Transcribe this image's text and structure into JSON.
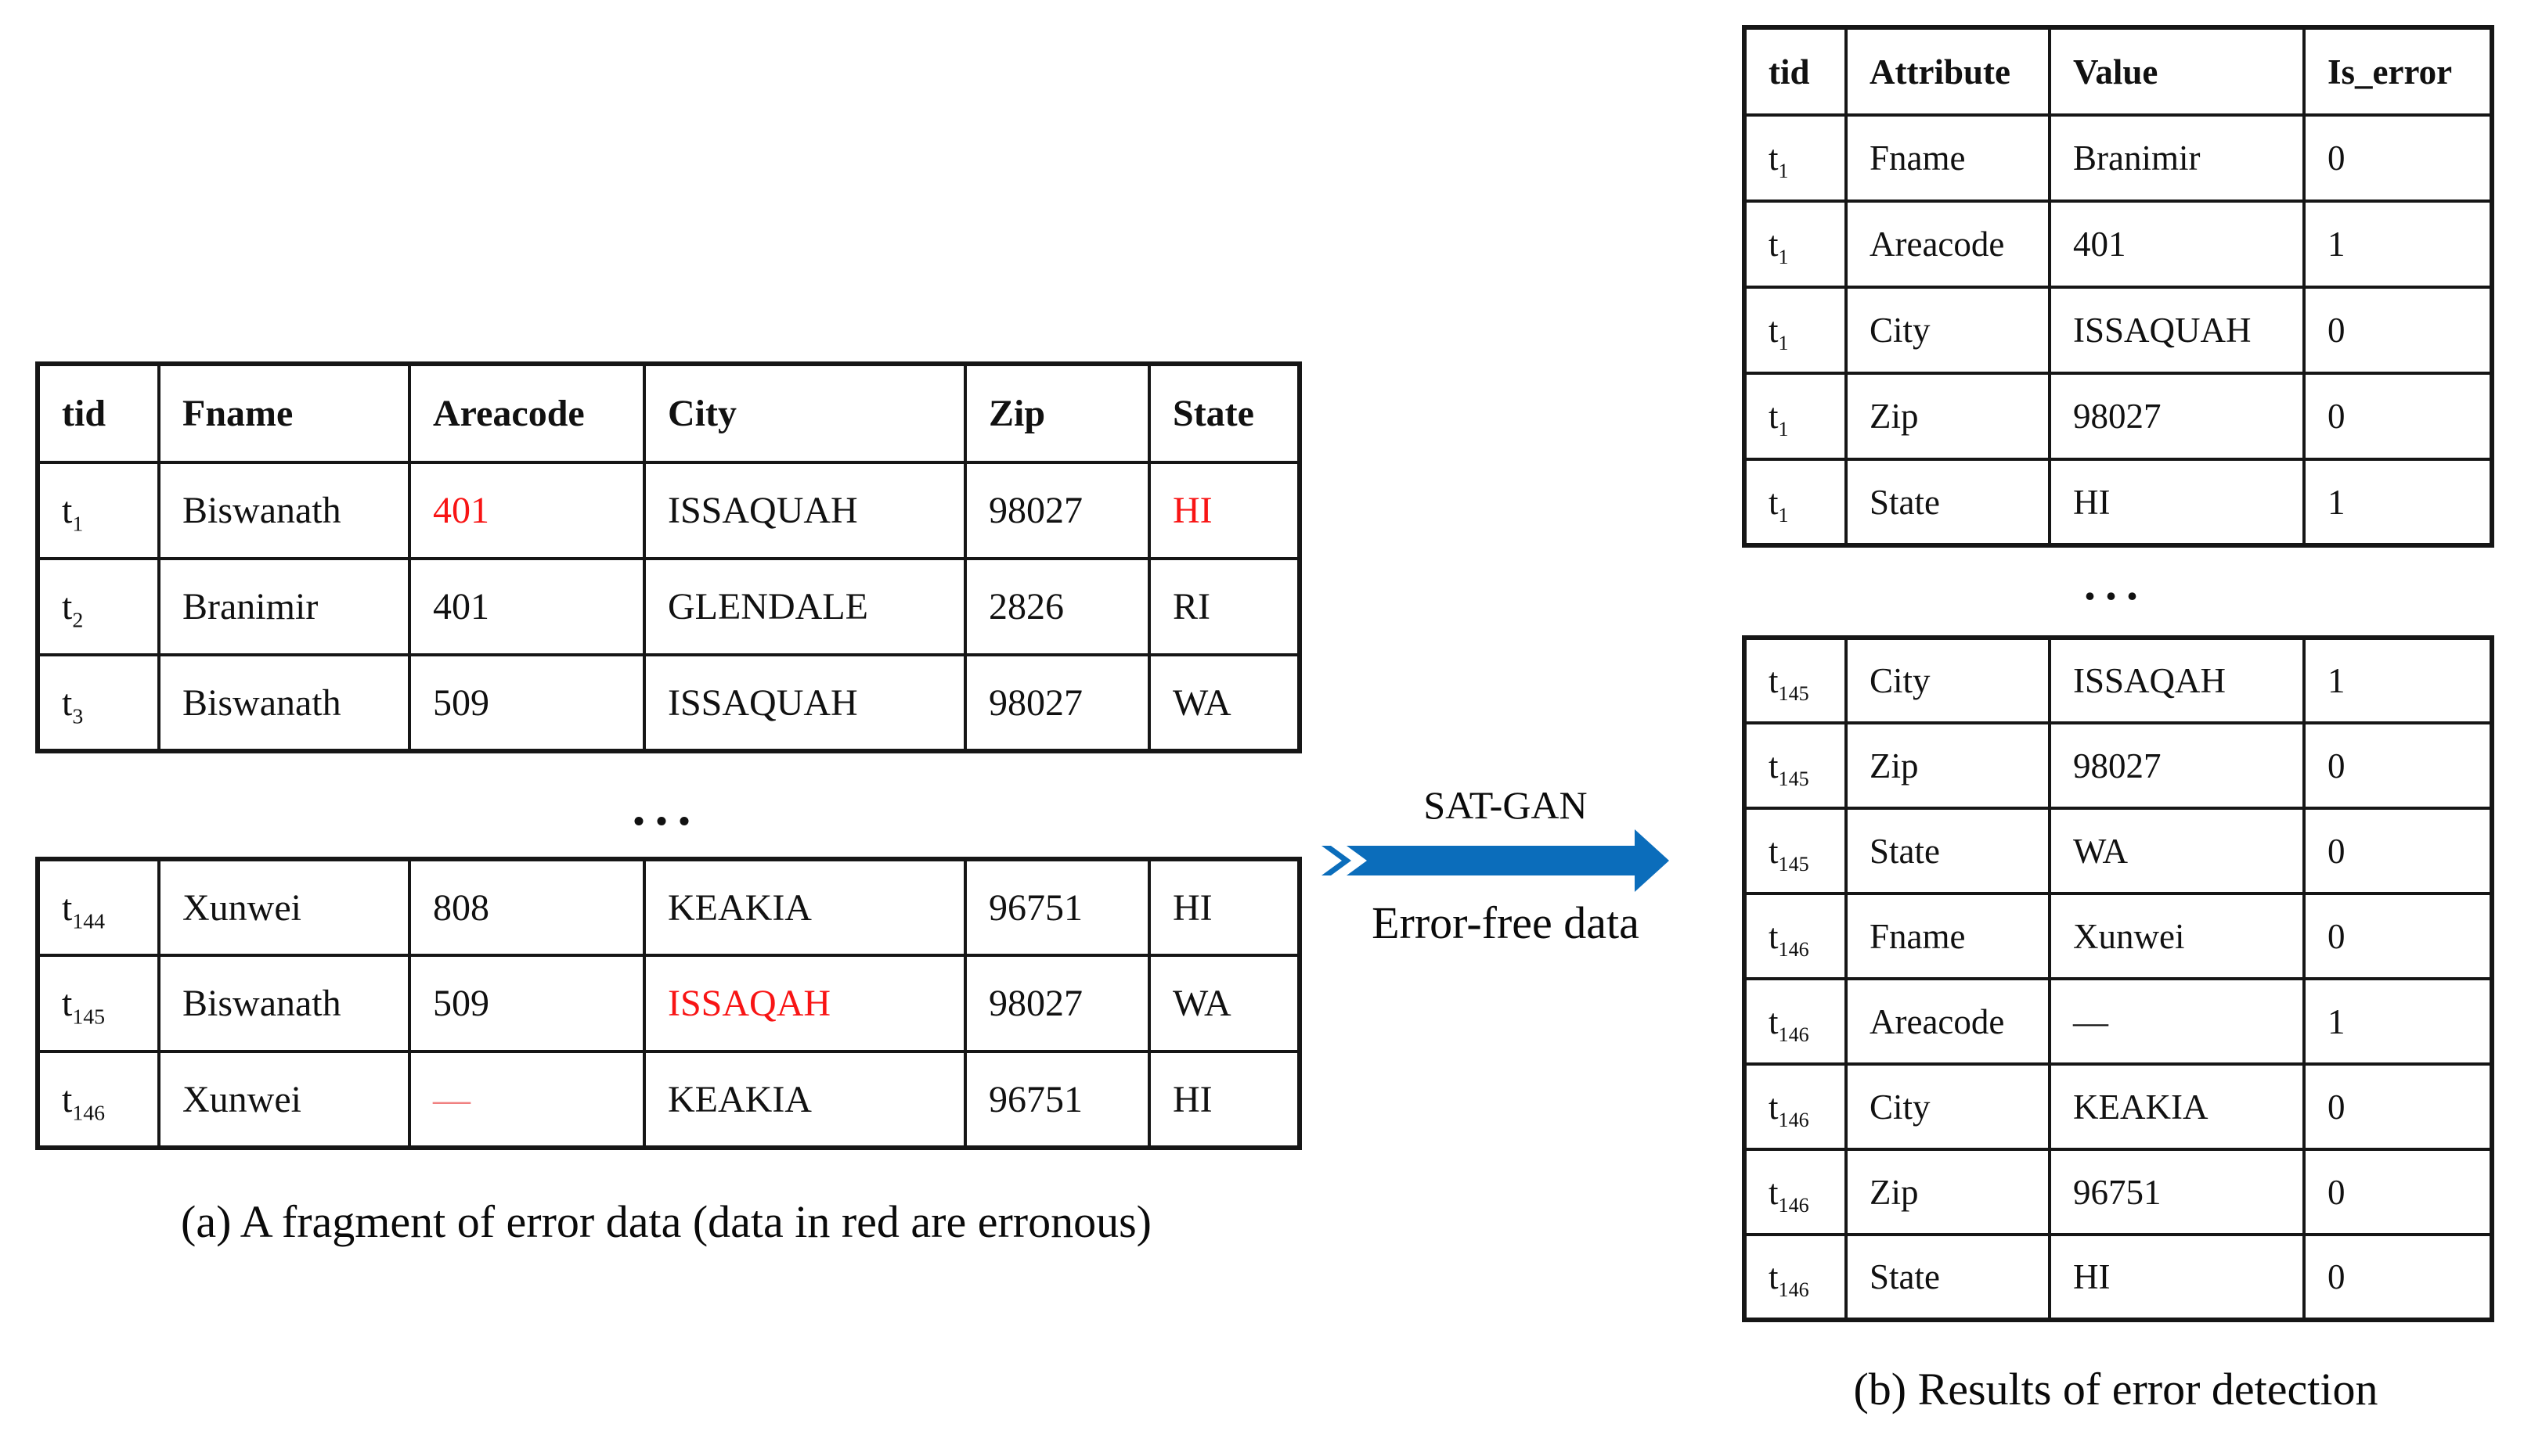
{
  "colors": {
    "arrow_blue": "#0b6dbb",
    "error_red": "#f81414",
    "missing_value_pink": "#f08080",
    "table_border": "#161616"
  },
  "left_panel": {
    "caption": "(a) A fragment of error data (data in red are erronous)",
    "ellipsis": "...",
    "table_top": {
      "headers": [
        "tid",
        "Fname",
        "Areacode",
        "City",
        "Zip",
        "State"
      ],
      "rows": [
        {
          "tid": "t",
          "sub": "1",
          "cells": [
            {
              "t": "Biswanath"
            },
            {
              "t": "401",
              "c": "err"
            },
            {
              "t": "ISSAQUAH"
            },
            {
              "t": "98027"
            },
            {
              "t": "HI",
              "c": "err"
            }
          ]
        },
        {
          "tid": "t",
          "sub": "2",
          "cells": [
            {
              "t": "Branimir"
            },
            {
              "t": "401"
            },
            {
              "t": "GLENDALE"
            },
            {
              "t": "2826"
            },
            {
              "t": "RI"
            }
          ]
        },
        {
          "tid": "t",
          "sub": "3",
          "cells": [
            {
              "t": "Biswanath"
            },
            {
              "t": "509"
            },
            {
              "t": "ISSAQUAH"
            },
            {
              "t": "98027"
            },
            {
              "t": "WA"
            }
          ]
        }
      ]
    },
    "table_bottom": {
      "rows": [
        {
          "tid": "t",
          "sub": "144",
          "cells": [
            {
              "t": "Xunwei"
            },
            {
              "t": "808"
            },
            {
              "t": "KEAKIA"
            },
            {
              "t": "96751"
            },
            {
              "t": "HI"
            }
          ]
        },
        {
          "tid": "t",
          "sub": "145",
          "cells": [
            {
              "t": "Biswanath"
            },
            {
              "t": "509"
            },
            {
              "t": "ISSAQAH",
              "c": "err"
            },
            {
              "t": "98027"
            },
            {
              "t": "WA"
            }
          ]
        },
        {
          "tid": "t",
          "sub": "146",
          "cells": [
            {
              "t": "Xunwei"
            },
            {
              "t": "—",
              "c": "pink"
            },
            {
              "t": "KEAKIA"
            },
            {
              "t": "96751"
            },
            {
              "t": "HI"
            }
          ]
        }
      ]
    }
  },
  "arrow": {
    "top_label": "SAT-GAN",
    "bottom_label": "Error-free data"
  },
  "right_panel": {
    "caption": "(b) Results of error detection",
    "ellipsis": "...",
    "table_top": {
      "headers": [
        "tid",
        "Attribute",
        "Value",
        "Is_error"
      ],
      "rows": [
        {
          "tid": "t",
          "sub": "1",
          "cells": [
            {
              "t": "Fname"
            },
            {
              "t": "Branimir"
            },
            {
              "t": "0"
            }
          ]
        },
        {
          "tid": "t",
          "sub": "1",
          "cells": [
            {
              "t": "Areacode"
            },
            {
              "t": "401"
            },
            {
              "t": "1"
            }
          ]
        },
        {
          "tid": "t",
          "sub": "1",
          "cells": [
            {
              "t": "City"
            },
            {
              "t": "ISSAQUAH"
            },
            {
              "t": "0"
            }
          ]
        },
        {
          "tid": "t",
          "sub": "1",
          "cells": [
            {
              "t": "Zip"
            },
            {
              "t": "98027"
            },
            {
              "t": "0"
            }
          ]
        },
        {
          "tid": "t",
          "sub": "1",
          "cells": [
            {
              "t": "State"
            },
            {
              "t": "HI"
            },
            {
              "t": "1"
            }
          ]
        }
      ]
    },
    "table_bottom": {
      "rows": [
        {
          "tid": "t",
          "sub": "145",
          "cells": [
            {
              "t": "City"
            },
            {
              "t": "ISSAQAH"
            },
            {
              "t": "1"
            }
          ]
        },
        {
          "tid": "t",
          "sub": "145",
          "cells": [
            {
              "t": "Zip"
            },
            {
              "t": "98027"
            },
            {
              "t": "0"
            }
          ]
        },
        {
          "tid": "t",
          "sub": "145",
          "cells": [
            {
              "t": "State"
            },
            {
              "t": "WA"
            },
            {
              "t": "0"
            }
          ]
        },
        {
          "tid": "t",
          "sub": "146",
          "cells": [
            {
              "t": "Fname"
            },
            {
              "t": "Xunwei"
            },
            {
              "t": "0"
            }
          ]
        },
        {
          "tid": "t",
          "sub": "146",
          "cells": [
            {
              "t": "Areacode"
            },
            {
              "t": "—"
            },
            {
              "t": "1"
            }
          ]
        },
        {
          "tid": "t",
          "sub": "146",
          "cells": [
            {
              "t": "City"
            },
            {
              "t": "KEAKIA"
            },
            {
              "t": "0"
            }
          ]
        },
        {
          "tid": "t",
          "sub": "146",
          "cells": [
            {
              "t": "Zip"
            },
            {
              "t": "96751"
            },
            {
              "t": "0"
            }
          ]
        },
        {
          "tid": "t",
          "sub": "146",
          "cells": [
            {
              "t": "State"
            },
            {
              "t": "HI"
            },
            {
              "t": "0"
            }
          ]
        }
      ]
    }
  }
}
